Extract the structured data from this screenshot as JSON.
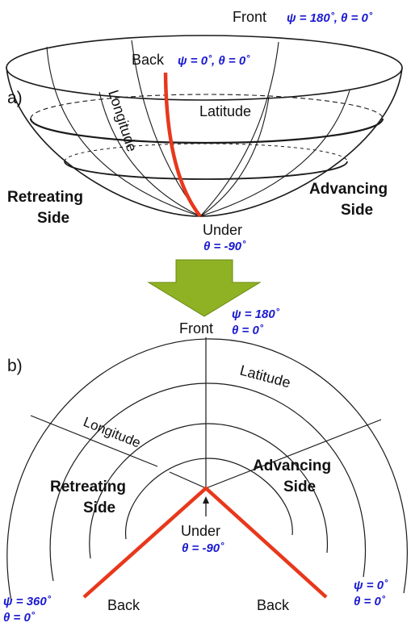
{
  "colors": {
    "line": "#1a1a1a",
    "red": "#e8381c",
    "blue": "#1a1ad0",
    "arrow_fill": "#8fb224",
    "arrow_stroke": "#6a8a12"
  },
  "panel_a": {
    "label": "a)",
    "front": "Front",
    "front_angles": "ψ = 180˚, θ = 0˚",
    "back": "Back",
    "back_angles": "ψ = 0˚, θ = 0˚",
    "latitude": "Latitude",
    "longitude": "Longitude",
    "retreating_1": "Retreating",
    "retreating_2": "Side",
    "advancing_1": "Advancing",
    "advancing_2": "Side",
    "under": "Under",
    "under_angle": "θ = -90˚"
  },
  "panel_b": {
    "label": "b)",
    "front": "Front",
    "front_psi": "ψ = 180˚",
    "front_theta": "θ = 0˚",
    "latitude": "Latitude",
    "longitude": "Longitude",
    "advancing_1": "Advancing",
    "advancing_2": "Side",
    "retreating_1": "Retreating",
    "retreating_2": "Side",
    "under": "Under",
    "under_angle": "θ = -90˚",
    "left_psi": "ψ = 360˚",
    "left_theta": "θ = 0˚",
    "right_psi": "ψ = 0˚",
    "right_theta": "θ = 0˚",
    "back_left": "Back",
    "back_right": "Back"
  }
}
